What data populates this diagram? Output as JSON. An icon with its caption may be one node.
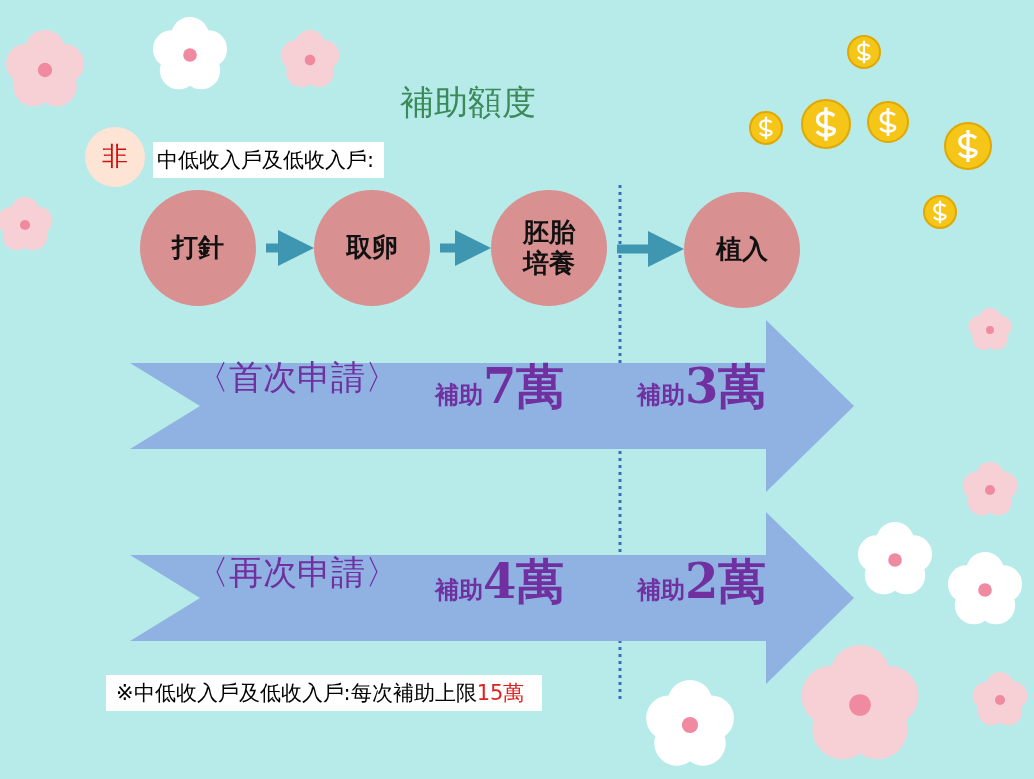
{
  "diagram": {
    "title": "補助額度",
    "nodes": [
      {
        "text": [
          "非"
        ],
        "beside": [
          "中低收入戶及低收入戶:"
        ]
      },
      {
        "text": [
          "打針"
        ]
      },
      {
        "text": [
          "取卵"
        ]
      },
      {
        "text": [
          "胚胎培養"
        ]
      },
      {
        "text": [
          "植入"
        ]
      },
      {
        "text": [
          "〈首次申請〉",
          "補助**7萬**",
          "補助**3萬**"
        ]
      },
      {
        "text": [
          "〈再次申請〉",
          "補助**4萬**",
          "補助**2萬**"
        ]
      }
    ],
    "edges": [
      {
        "from": 1,
        "to": 2,
        "arrow": "to"
      },
      {
        "from": 2,
        "to": 3,
        "arrow": "to"
      },
      {
        "from": 3,
        "to": 4,
        "arrow": "to"
      }
    ],
    "labels": [
      "※中低收入戶及低收入戶:每次補助上限**15萬**"
    ]
  }
}
